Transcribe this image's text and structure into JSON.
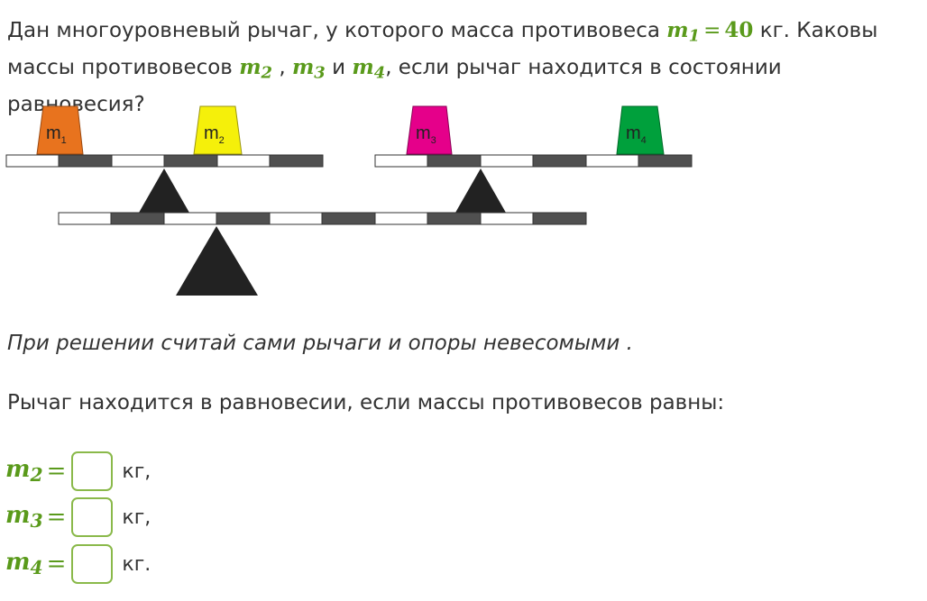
{
  "question": {
    "p1": "Дан многоуровневый рычаг, у которого масса противовеса ",
    "m1_var": "m",
    "m1_sub": "1",
    "eq": "=",
    "m1_value": "40",
    "p2": "кг. Каковы массы противовесов ",
    "m2_var": "m",
    "m2_sub": "2",
    "p3": " , ",
    "m3_var": "m",
    "m3_sub": "3",
    "p4": " и ",
    "m4_var": "m",
    "m4_sub": "4",
    "p5": ", если рычаг находится в состоянии равновесия?"
  },
  "diagram": {
    "weights": [
      {
        "label": "m",
        "sub": "1",
        "color": "#e8731e"
      },
      {
        "label": "m",
        "sub": "2",
        "color": "#f5f00a"
      },
      {
        "label": "m",
        "sub": "3",
        "color": "#e5008a"
      },
      {
        "label": "m",
        "sub": "4",
        "color": "#00a03c"
      }
    ],
    "colors": {
      "light_segment": "#ffffff",
      "dark_segment": "#505050",
      "support": "#222222"
    }
  },
  "note": "При решении считай сами рычаги и опоры невесомыми .",
  "prompt": "Рычаг находится в равновесии, если массы противовесов равны:",
  "answers": [
    {
      "var": "m",
      "sub": "2",
      "eq": "=",
      "value": "",
      "unit": "кг,"
    },
    {
      "var": "m",
      "sub": "3",
      "eq": "=",
      "value": "",
      "unit": "кг,"
    },
    {
      "var": "m",
      "sub": "4",
      "eq": "=",
      "value": "",
      "unit": "кг."
    }
  ]
}
